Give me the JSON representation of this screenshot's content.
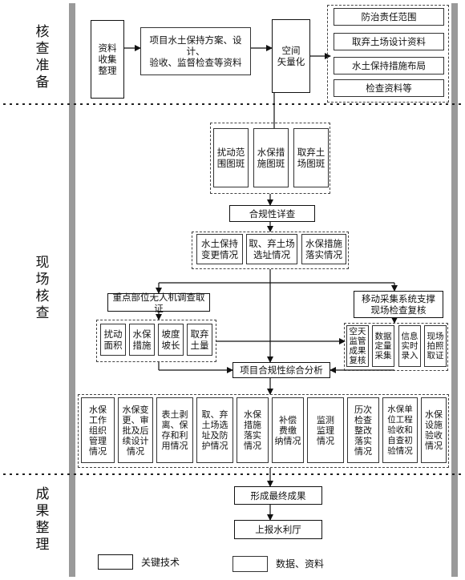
{
  "phases": {
    "prep": "核\n查\n准\n备",
    "field": "现\n场\n核\n查",
    "result": "成\n果\n整\n理"
  },
  "prep": {
    "collect": "资料\n收集\n整理",
    "plans": "项目水土保持方案、设计、\n验收、监督检查等资料",
    "vectorize": "空间\n矢量化",
    "outputs": [
      "防治责任范围",
      "取弃土场设计资料",
      "水土保持措施布局",
      "检查资料等"
    ]
  },
  "field": {
    "maps": [
      "扰动范\n围图斑",
      "水保措\n施图斑",
      "取弃土\n场图斑"
    ],
    "compliance_review": "合规性详查",
    "review_items": [
      "水土保持\n变更情况",
      "取、弃土场\n选址情况",
      "水保措施\n落实情况"
    ],
    "uav_survey": "重点部位无人机调查取证",
    "uav_items": [
      "扰动\n面积",
      "水保\n措施",
      "坡度\n坡长",
      "取弃\n土量"
    ],
    "mobile_support": "移动采集系统支撑\n现场检查复核",
    "mobile_items": [
      "空天\n监管\n成果\n复核",
      "数据\n定量\n采集",
      "信息\n实时\n录入",
      "现场\n拍照\n取证"
    ],
    "analysis": "项目合规性综合分析",
    "analysis_items": [
      "水保\n工作\n组织\n管理\n情况",
      "水保变\n更、审\n批及后\n续设计\n情况",
      "表土剥\n离、保\n存和利\n用情况",
      "取、弃\n土场选\n址及防\n护情况",
      "水保\n措施\n落实\n情况",
      "补偿\n费缴\n纳情况",
      "监测\n监理\n情况",
      "历次\n检查\n整改\n落实\n情况",
      "水保单\n位工程\n验收和\n自查初\n验情况",
      "水保\n设施\n验收\n情况"
    ]
  },
  "result": {
    "final": "形成最终成果",
    "report": "上报水利厅"
  },
  "legend": {
    "tech": "关键技术",
    "data": "数据、资料"
  }
}
